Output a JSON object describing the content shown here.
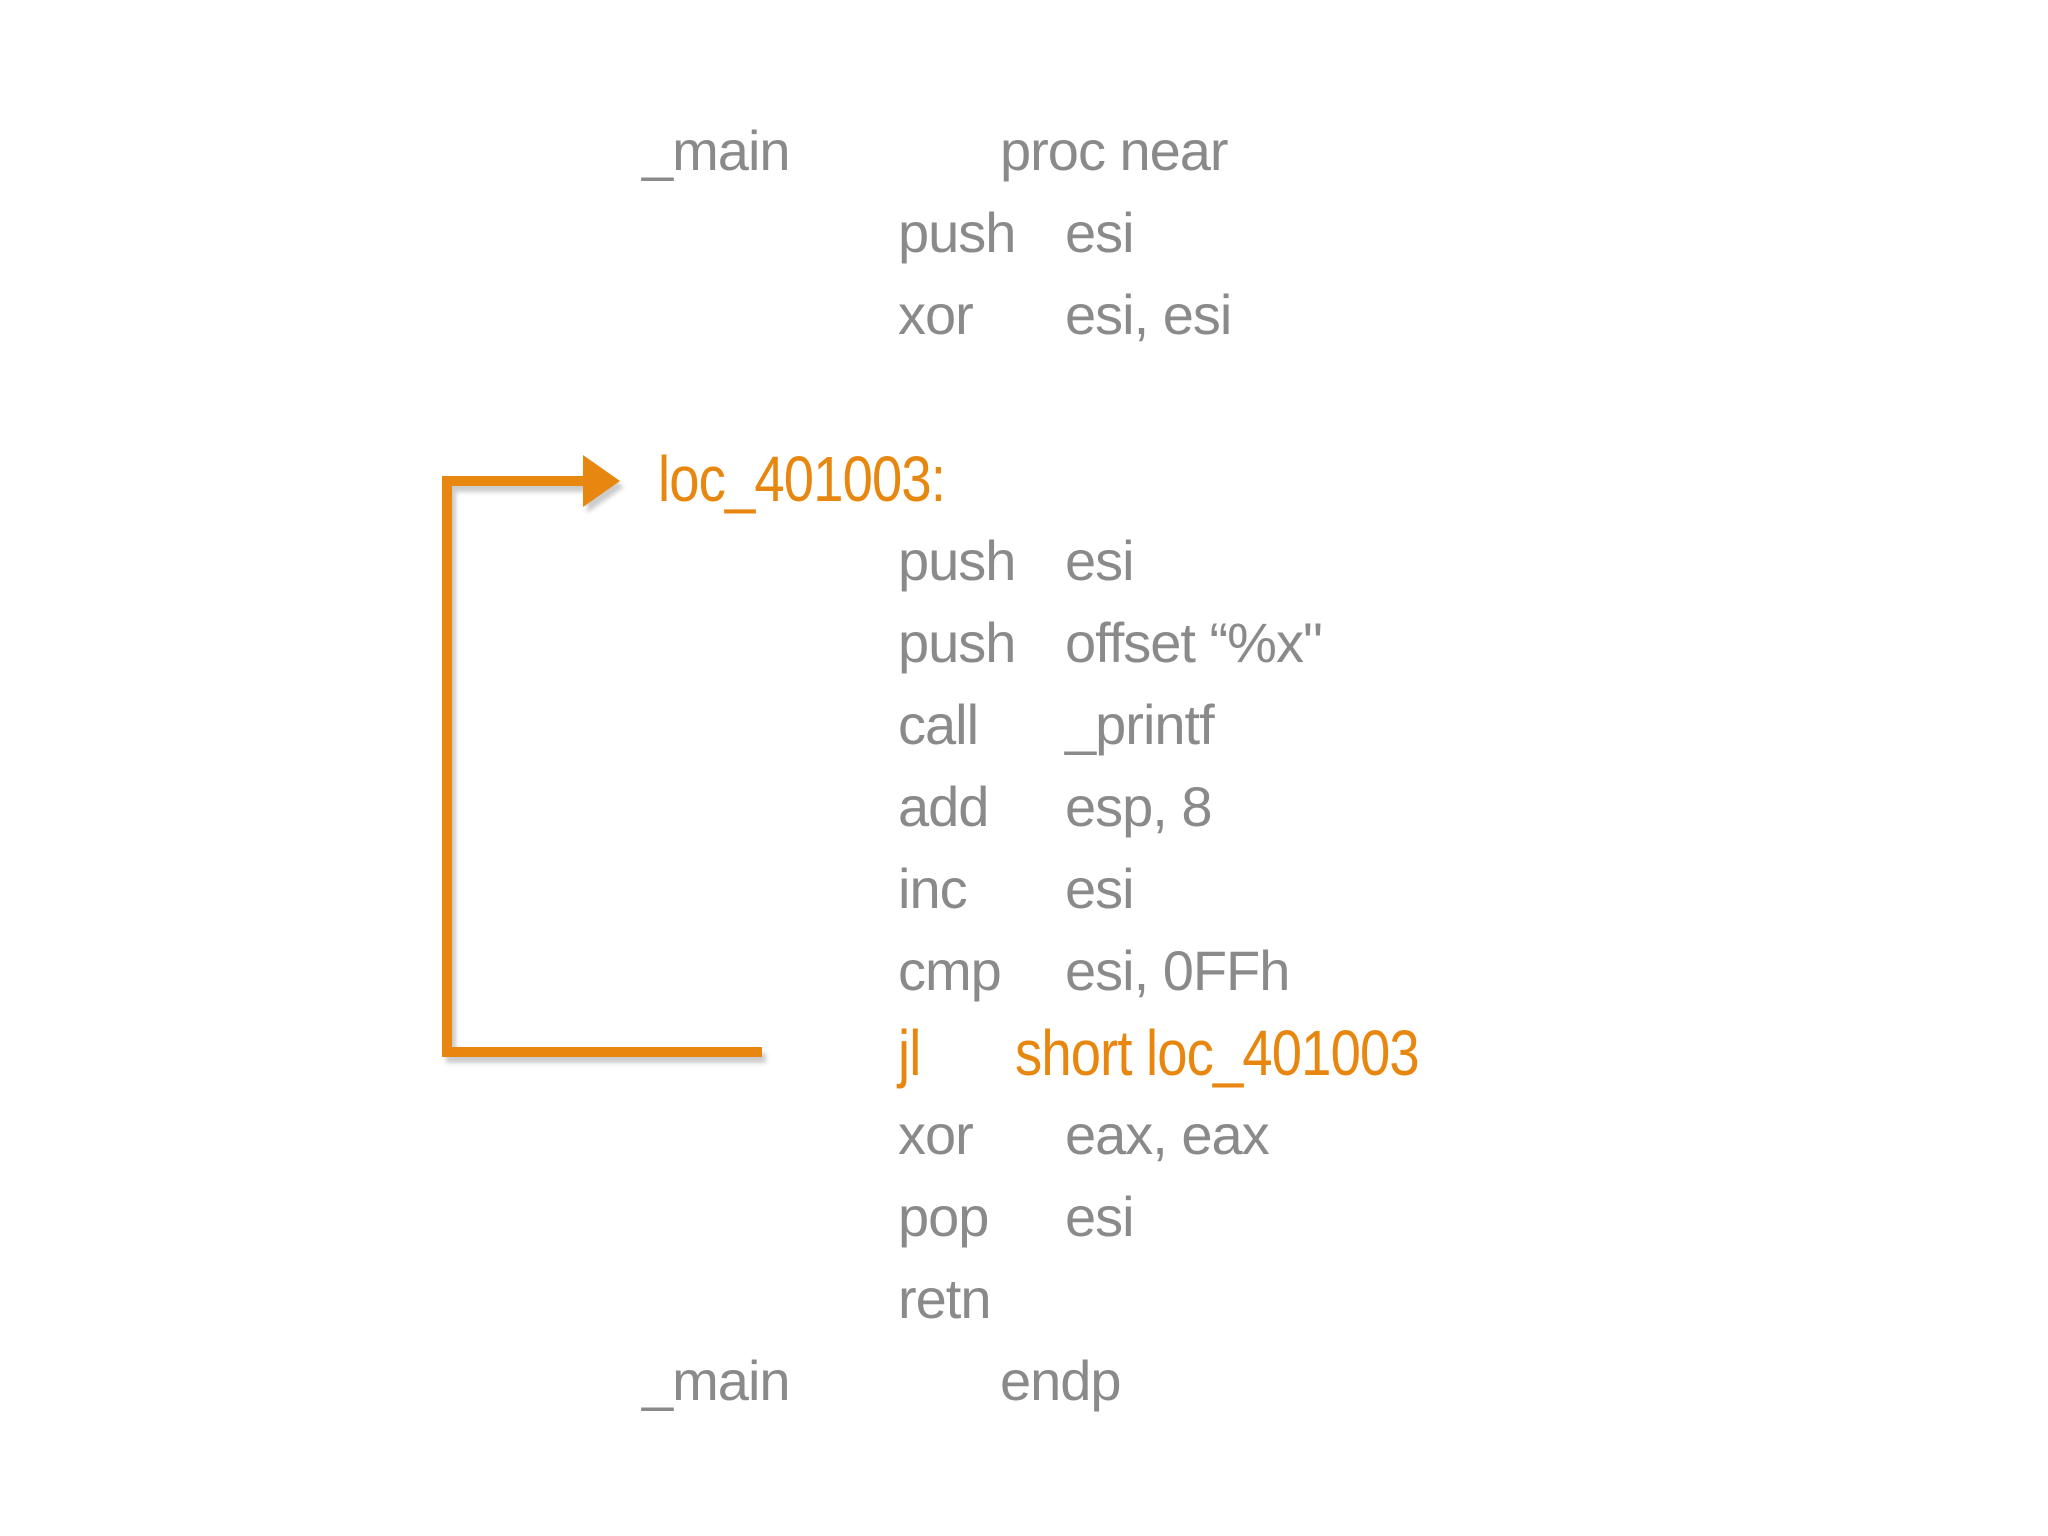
{
  "slide": {
    "description": "disassembly-listing-with-loop-arrow",
    "colors": {
      "code_gray": "#8a8a8a",
      "accent_orange": "#e8870f",
      "background": "#ffffff"
    },
    "arrow": {
      "meaning": "loop-back from jl to loc_401003"
    }
  },
  "listing": {
    "lines": [
      {
        "v": "head",
        "label": "_main",
        "proc": "proc near"
      },
      {
        "v": "ins",
        "mnem": "push",
        "op": "esi"
      },
      {
        "v": "ins",
        "mnem": "xor",
        "op": "esi, esi"
      },
      {
        "v": "blank"
      },
      {
        "v": "target",
        "label": "loc_401003:"
      },
      {
        "v": "ins",
        "mnem": "push",
        "op": "esi"
      },
      {
        "v": "ins",
        "mnem": "push",
        "op": "offset “%x\""
      },
      {
        "v": "ins",
        "mnem": "call",
        "op": "_printf"
      },
      {
        "v": "ins",
        "mnem": "add",
        "op": "esp, 8"
      },
      {
        "v": "ins",
        "mnem": "inc",
        "op": "esi"
      },
      {
        "v": "ins",
        "mnem": "cmp",
        "op": "esi, 0FFh"
      },
      {
        "v": "jump",
        "mnem": "jl",
        "op": "short loc_401003"
      },
      {
        "v": "ins",
        "mnem": "xor",
        "op": "eax, eax"
      },
      {
        "v": "ins",
        "mnem": "pop",
        "op": "esi"
      },
      {
        "v": "ins",
        "mnem": "retn",
        "op": ""
      },
      {
        "v": "end",
        "label": "_main",
        "proc": "endp"
      }
    ]
  }
}
